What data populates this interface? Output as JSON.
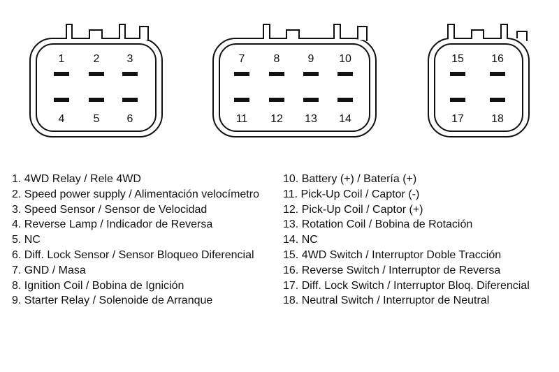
{
  "connectors": [
    {
      "name": "connector-a",
      "rows": [
        [
          "1",
          "2",
          "3"
        ],
        [
          "4",
          "5",
          "6"
        ]
      ]
    },
    {
      "name": "connector-b",
      "rows": [
        [
          "7",
          "8",
          "9",
          "10"
        ],
        [
          "11",
          "12",
          "13",
          "14"
        ]
      ]
    },
    {
      "name": "connector-c",
      "rows": [
        [
          "15",
          "16"
        ],
        [
          "17",
          "18"
        ]
      ]
    }
  ],
  "legend": {
    "left": [
      "1. 4WD Relay / Rele 4WD",
      "2. Speed power supply / Alimentación velocímetro",
      "3. Speed Sensor / Sensor de Velocidad",
      "4. Reverse Lamp / Indicador de Reversa",
      "5. NC",
      "6. Diff. Lock Sensor / Sensor Bloqueo Diferencial",
      "7. GND / Masa",
      "8. Ignition Coil / Bobina de Ignición",
      "9. Starter Relay / Solenoide de Arranque"
    ],
    "right": [
      "10. Battery (+) / Batería (+)",
      "11. Pick-Up Coil / Captor (-)",
      "12. Pick-Up Coil / Captor (+)",
      "13. Rotation Coil / Bobina de Rotación",
      "14. NC",
      "15. 4WD Switch / Interruptor Doble Tracción",
      "16. Reverse Switch / Interruptor de Reversa",
      "17. Diff. Lock Switch / Interruptor Bloq. Diferencial",
      "18. Neutral Switch / Interruptor de Neutral"
    ]
  }
}
